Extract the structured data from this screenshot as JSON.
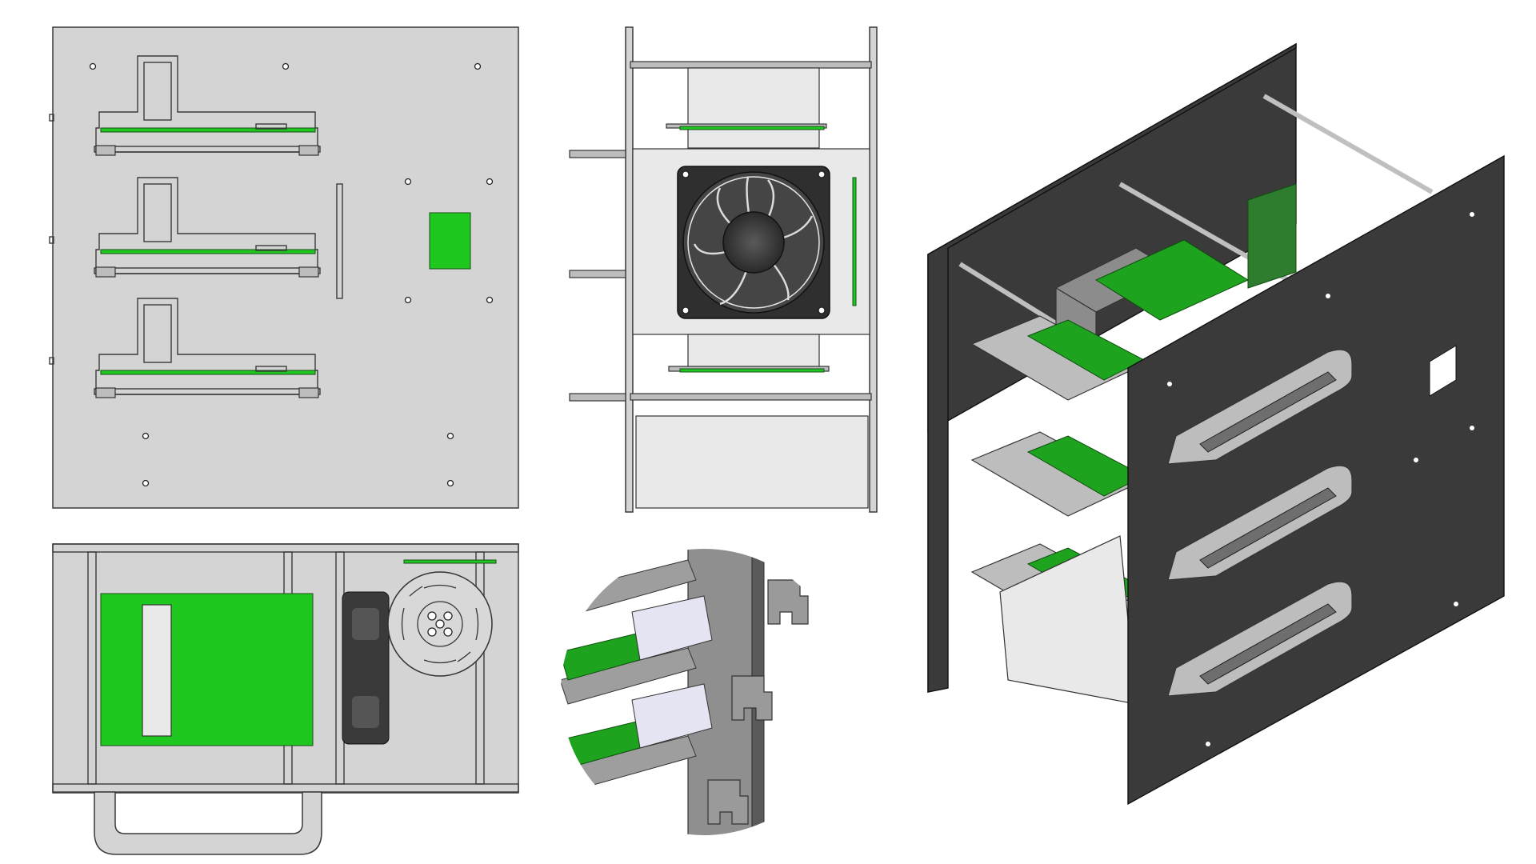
{
  "colors": {
    "background": "#ffffff",
    "panel": "#d4d4d4",
    "outline": "#3a3a3a",
    "pcb_green": "#1ec81e",
    "pcb_dark": "#138a13",
    "enclosure_dark": "#3a3a3a",
    "fan_body": "#333333"
  },
  "views": [
    {
      "id": "front-view",
      "pcb_boards": 3
    },
    {
      "id": "side-view",
      "fans": 1
    },
    {
      "id": "top-view",
      "pcb_boards": 1
    },
    {
      "id": "detail-view",
      "clips": 3
    },
    {
      "id": "isometric-view",
      "shelves": 3
    }
  ]
}
